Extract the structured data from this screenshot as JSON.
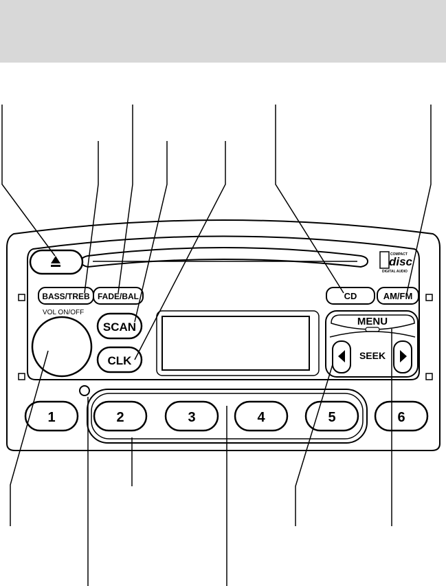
{
  "colors": {
    "header_band": "#d8d8d8",
    "line": "#000000",
    "background": "#ffffff"
  },
  "icons": {
    "eject": "eject-icon",
    "seek_left": "triangle-left-icon",
    "seek_right": "triangle-right-icon",
    "disc_logo": "compact-disc-logo"
  },
  "controls": {
    "bass_treb": "BASS/TREB",
    "fade_bal": "FADE/BAL",
    "scan": "SCAN",
    "clk": "CLK",
    "cd": "CD",
    "am_fm": "AM/FM",
    "menu": "MENU",
    "seek": "SEEK",
    "vol_label": "VOL  ON/OFF"
  },
  "presets": [
    "1",
    "2",
    "3",
    "4",
    "5",
    "6"
  ],
  "logo": {
    "compact": "COMPACT",
    "disc": "disc",
    "digital_audio": "DIGITAL AUDIO"
  }
}
